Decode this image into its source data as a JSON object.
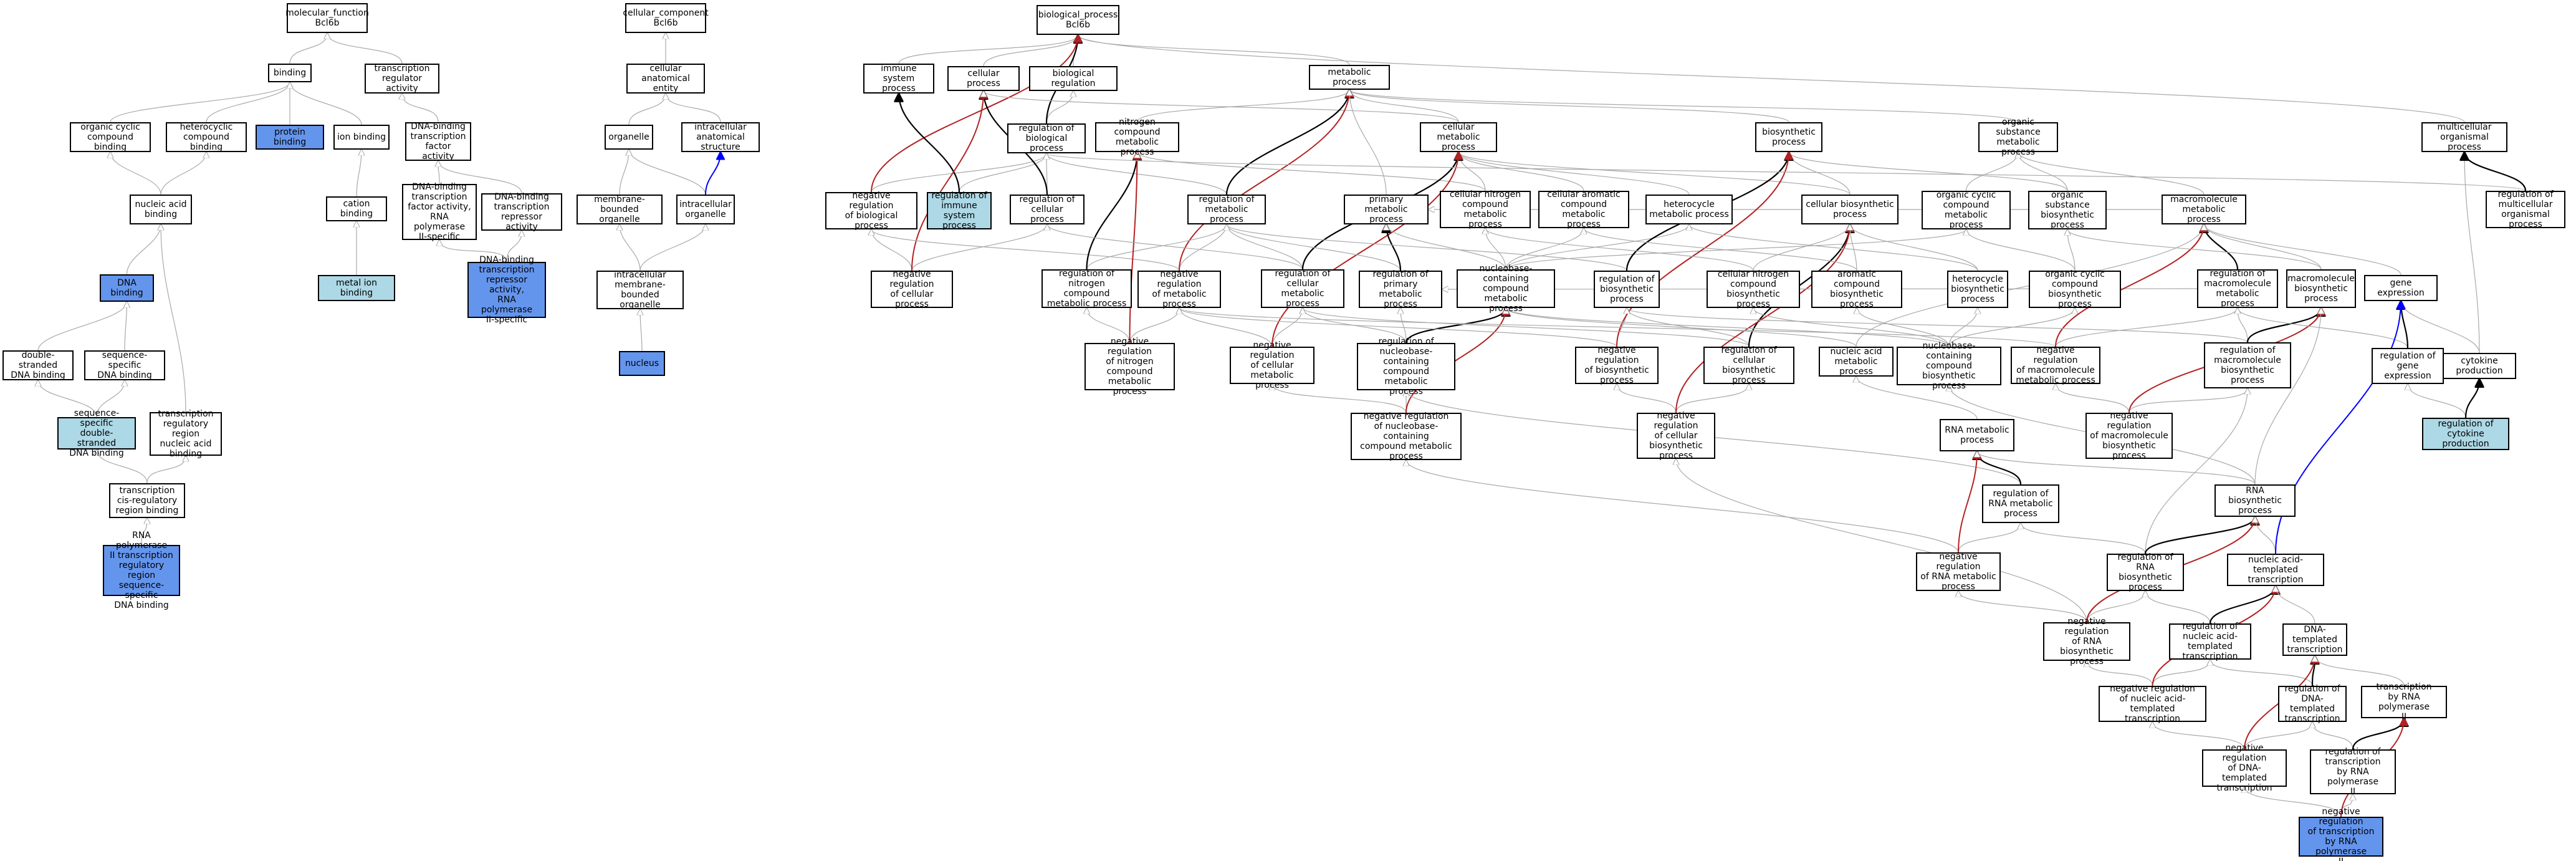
{
  "colors": {
    "is_a": "#a9a9a9",
    "part_of": "#000000",
    "negatively_regulates": "#b22222",
    "regulates": "#0000ff",
    "light_fill": "#add8e6",
    "blue_fill": "#6495ed"
  },
  "nodes": {
    "mf_root": {
      "label": "molecular_function\nBcl6b"
    },
    "binding": {
      "label": "binding"
    },
    "tra": {
      "label": "transcription\nregulator activity"
    },
    "organic_cyclic_binding": {
      "label": "organic cyclic\ncompound binding"
    },
    "heterocyclic_binding": {
      "label": "heterocyclic\ncompound binding"
    },
    "protein_binding": {
      "label": "protein binding",
      "fill": "blue"
    },
    "ion_binding": {
      "label": "ion binding"
    },
    "dbtfa": {
      "label": "DNA-binding\ntranscription\nfactor activity"
    },
    "nucleic_acid_binding": {
      "label": "nucleic acid\nbinding"
    },
    "cation_binding": {
      "label": "cation binding"
    },
    "dbtfa_pol2": {
      "label": "DNA-binding\ntranscription\nfactor activity,\nRNA polymerase\nII-specific"
    },
    "dbtra": {
      "label": "DNA-binding\ntranscription\nrepressor activity"
    },
    "dna_binding": {
      "label": "DNA binding",
      "fill": "blue"
    },
    "metal_ion_binding": {
      "label": "metal ion binding",
      "fill": "light"
    },
    "dbtra_pol2": {
      "label": "DNA-binding\ntranscription\nrepressor activity,\nRNA polymerase\nII-specific",
      "fill": "blue"
    },
    "ds_dna_binding": {
      "label": "double-stranded\nDNA binding"
    },
    "ss_dna_binding": {
      "label": "sequence-specific\nDNA binding"
    },
    "trr_binding": {
      "label": "transcription\nregulatory region\nnucleic acid\nbinding"
    },
    "ssds_dna_binding": {
      "label": "sequence-specific\ndouble-stranded\nDNA binding",
      "fill": "light"
    },
    "cis_binding": {
      "label": "transcription\ncis-regulatory\nregion binding"
    },
    "pol2_trr_binding": {
      "label": "RNA polymerase\nII transcription\nregulatory region\nsequence-specific\nDNA binding",
      "fill": "blue"
    },
    "cc_root": {
      "label": "cellular_component\nBcl6b"
    },
    "cae": {
      "label": "cellular anatomical\nentity"
    },
    "organelle": {
      "label": "organelle"
    },
    "ias": {
      "label": "intracellular\nanatomical structure"
    },
    "mbo": {
      "label": "membrane-bounded\norganelle"
    },
    "io": {
      "label": "intracellular\norganelle"
    },
    "imbo": {
      "label": "intracellular\nmembrane-bounded\norganelle"
    },
    "nucleus": {
      "label": "nucleus",
      "fill": "blue"
    },
    "bp_root": {
      "label": "biological_process\nBcl6b"
    },
    "isp": {
      "label": "immune system\nprocess"
    },
    "cp": {
      "label": "cellular process"
    },
    "breg": {
      "label": "biological regulation"
    },
    "mp": {
      "label": "metabolic process"
    },
    "rbp": {
      "label": "regulation of\nbiological process"
    },
    "ncmp": {
      "label": "nitrogen compound\nmetabolic process"
    },
    "cmp": {
      "label": "cellular metabolic\nprocess"
    },
    "bsp": {
      "label": "biosynthetic\nprocess"
    },
    "osmp": {
      "label": "organic substance\nmetabolic process"
    },
    "mop": {
      "label": "multicellular\norganismal process"
    },
    "nrbp": {
      "label": "negative regulation\nof biological\nprocess"
    },
    "risp": {
      "label": "regulation of\nimmune system\nprocess",
      "fill": "light"
    },
    "rcp": {
      "label": "regulation of\ncellular process"
    },
    "rmp": {
      "label": "regulation of\nmetabolic process"
    },
    "pmp": {
      "label": "primary metabolic\nprocess"
    },
    "cncmp": {
      "label": "cellular nitrogen\ncompound metabolic\nprocess"
    },
    "caromp": {
      "label": "cellular aromatic\ncompound metabolic\nprocess"
    },
    "hmp": {
      "label": "heterocycle\nmetabolic process"
    },
    "cbp": {
      "label": "cellular biosynthetic\nprocess"
    },
    "occmp": {
      "label": "organic cyclic\ncompound metabolic\nprocess"
    },
    "osbp": {
      "label": "organic substance\nbiosynthetic\nprocess"
    },
    "macmp": {
      "label": "macromolecule\nmetabolic process"
    },
    "rmop": {
      "label": "regulation of\nmulticellular\norganismal process"
    },
    "nrcp": {
      "label": "negative regulation\nof cellular\nprocess"
    },
    "rncmp": {
      "label": "regulation of\nnitrogen compound\nmetabolic process"
    },
    "nrmp": {
      "label": "negative regulation\nof metabolic\nprocess"
    },
    "rcmp": {
      "label": "regulation of\ncellular metabolic\nprocess"
    },
    "rpmp": {
      "label": "regulation of\nprimary metabolic\nprocess"
    },
    "nbcmp": {
      "label": "nucleobase-containing\ncompound metabolic\nprocess"
    },
    "rbsp": {
      "label": "regulation of\nbiosynthetic\nprocess"
    },
    "cncbp": {
      "label": "cellular nitrogen\ncompound biosynthetic\nprocess"
    },
    "acbp": {
      "label": "aromatic compound\nbiosynthetic\nprocess"
    },
    "hbp": {
      "label": "heterocycle\nbiosynthetic\nprocess"
    },
    "occbp": {
      "label": "organic cyclic\ncompound biosynthetic\nprocess"
    },
    "rmacmp": {
      "label": "regulation of\nmacromolecule\nmetabolic process"
    },
    "macbp": {
      "label": "macromolecule\nbiosynthetic\nprocess"
    },
    "ge": {
      "label": "gene expression"
    },
    "nrncmp": {
      "label": "negative regulation\nof nitrogen\ncompound metabolic\nprocess"
    },
    "nrcmp": {
      "label": "negative regulation\nof cellular\nmetabolic process"
    },
    "rnbcmp": {
      "label": "regulation of\nnucleobase-containing\ncompound metabolic\nprocess"
    },
    "nrbsp": {
      "label": "negative regulation\nof biosynthetic\nprocess"
    },
    "rcbp": {
      "label": "regulation of\ncellular biosynthetic\nprocess"
    },
    "nambp": {
      "label": "nucleic acid\nmetabolic process"
    },
    "nbcbp": {
      "label": "nucleobase-containing\ncompound biosynthetic\nprocess"
    },
    "nrmacmp": {
      "label": "negative regulation\nof macromolecule\nmetabolic process"
    },
    "rmacbp": {
      "label": "regulation of\nmacromolecule\nbiosynthetic\nprocess"
    },
    "rge": {
      "label": "regulation of\ngene expression"
    },
    "cyp": {
      "label": "cytokine production"
    },
    "nrnbcmp": {
      "label": "negative regulation\nof nucleobase-containing\ncompound metabolic\nprocess"
    },
    "nrcbp": {
      "label": "negative regulation\nof cellular\nbiosynthetic\nprocess"
    },
    "rnamp": {
      "label": "RNA metabolic\nprocess"
    },
    "nrmacbp": {
      "label": "negative regulation\nof macromolecule\nbiosynthetic\nprocess"
    },
    "rcyp": {
      "label": "regulation of\ncytokine production",
      "fill": "light"
    },
    "rrnamp": {
      "label": "regulation of\nRNA metabolic\nprocess"
    },
    "rnabp": {
      "label": "RNA biosynthetic\nprocess"
    },
    "nrrnamp": {
      "label": "negative regulation\nof RNA metabolic\nprocess"
    },
    "rrnabp": {
      "label": "regulation of\nRNA biosynthetic\nprocess"
    },
    "natt": {
      "label": "nucleic acid-templated\ntranscription"
    },
    "nrrnabp": {
      "label": "negative regulation\nof RNA biosynthetic\nprocess"
    },
    "rnatt": {
      "label": "regulation of\nnucleic acid-templated\ntranscription"
    },
    "dtt": {
      "label": "DNA-templated\ntranscription"
    },
    "nrnatt": {
      "label": "negative regulation\nof nucleic acid-templated\ntranscription"
    },
    "rdtt": {
      "label": "regulation of\nDNA-templated\ntranscription"
    },
    "tpol2": {
      "label": "transcription\nby RNA polymerase\nII"
    },
    "nrdtt": {
      "label": "negative regulation\nof DNA-templated\ntranscription"
    },
    "rtpol2": {
      "label": "regulation of\ntranscription\nby RNA polymerase\nII"
    },
    "nrtpol2": {
      "label": "negative regulation\nof transcription\nby RNA polymerase\nII",
      "fill": "blue"
    }
  },
  "edges": [
    [
      "binding",
      "mf_root",
      "is_a"
    ],
    [
      "tra",
      "mf_root",
      "is_a"
    ],
    [
      "organic_cyclic_binding",
      "binding",
      "is_a"
    ],
    [
      "heterocyclic_binding",
      "binding",
      "is_a"
    ],
    [
      "protein_binding",
      "binding",
      "is_a"
    ],
    [
      "ion_binding",
      "binding",
      "is_a"
    ],
    [
      "dbtfa",
      "tra",
      "is_a"
    ],
    [
      "nucleic_acid_binding",
      "organic_cyclic_binding",
      "is_a"
    ],
    [
      "nucleic_acid_binding",
      "heterocyclic_binding",
      "is_a"
    ],
    [
      "cation_binding",
      "ion_binding",
      "is_a"
    ],
    [
      "dbtfa_pol2",
      "dbtfa",
      "is_a"
    ],
    [
      "dbtra",
      "dbtfa",
      "is_a"
    ],
    [
      "dbtra_pol2",
      "dbtfa_pol2",
      "is_a"
    ],
    [
      "dbtra_pol2",
      "dbtra",
      "is_a"
    ],
    [
      "dna_binding",
      "nucleic_acid_binding",
      "is_a"
    ],
    [
      "metal_ion_binding",
      "cation_binding",
      "is_a"
    ],
    [
      "ds_dna_binding",
      "dna_binding",
      "is_a"
    ],
    [
      "ss_dna_binding",
      "dna_binding",
      "is_a"
    ],
    [
      "trr_binding",
      "nucleic_acid_binding",
      "is_a"
    ],
    [
      "ssds_dna_binding",
      "ds_dna_binding",
      "is_a"
    ],
    [
      "ssds_dna_binding",
      "ss_dna_binding",
      "is_a"
    ],
    [
      "cis_binding",
      "ssds_dna_binding",
      "is_a"
    ],
    [
      "cis_binding",
      "trr_binding",
      "is_a"
    ],
    [
      "pol2_trr_binding",
      "cis_binding",
      "is_a"
    ],
    [
      "cae",
      "cc_root",
      "is_a"
    ],
    [
      "organelle",
      "cae",
      "is_a"
    ],
    [
      "ias",
      "cae",
      "is_a"
    ],
    [
      "mbo",
      "organelle",
      "is_a"
    ],
    [
      "io",
      "organelle",
      "is_a"
    ],
    [
      "io",
      "ias",
      "regulates"
    ],
    [
      "imbo",
      "mbo",
      "is_a"
    ],
    [
      "imbo",
      "io",
      "is_a"
    ],
    [
      "nucleus",
      "imbo",
      "is_a"
    ],
    [
      "cp",
      "bp_root",
      "is_a"
    ],
    [
      "breg",
      "bp_root",
      "is_a"
    ],
    [
      "mp",
      "bp_root",
      "is_a"
    ],
    [
      "mop",
      "bp_root",
      "is_a"
    ],
    [
      "isp",
      "bp_root",
      "is_a"
    ],
    [
      "rbp",
      "breg",
      "is_a"
    ],
    [
      "rbp",
      "bp_root",
      "part_of"
    ],
    [
      "nrbp",
      "rbp",
      "is_a"
    ],
    [
      "nrbp",
      "bp_root",
      "negatively_regulates"
    ],
    [
      "risp",
      "rbp",
      "is_a"
    ],
    [
      "risp",
      "isp",
      "part_of"
    ],
    [
      "rcp",
      "rbp",
      "is_a"
    ],
    [
      "rcp",
      "cp",
      "part_of"
    ],
    [
      "nrcp",
      "nrbp",
      "is_a"
    ],
    [
      "nrcp",
      "rcp",
      "is_a"
    ],
    [
      "nrcp",
      "cp",
      "negatively_regulates"
    ],
    [
      "ncmp",
      "mp",
      "is_a"
    ],
    [
      "cmp",
      "mp",
      "is_a"
    ],
    [
      "cmp",
      "cp",
      "is_a"
    ],
    [
      "bsp",
      "mp",
      "is_a"
    ],
    [
      "osmp",
      "mp",
      "is_a"
    ],
    [
      "rmp",
      "rbp",
      "is_a"
    ],
    [
      "rmp",
      "mp",
      "part_of"
    ],
    [
      "nrmp",
      "rmp",
      "is_a"
    ],
    [
      "nrmp",
      "nrbp",
      "is_a"
    ],
    [
      "nrmp",
      "mp",
      "negatively_regulates"
    ],
    [
      "rncmp",
      "rmp",
      "is_a"
    ],
    [
      "rncmp",
      "ncmp",
      "part_of"
    ],
    [
      "nrncmp",
      "rncmp",
      "is_a"
    ],
    [
      "nrncmp",
      "nrmp",
      "is_a"
    ],
    [
      "nrncmp",
      "ncmp",
      "negatively_regulates"
    ],
    [
      "pmp",
      "mp",
      "is_a"
    ],
    [
      "cncmp",
      "cmp",
      "is_a"
    ],
    [
      "cncmp",
      "ncmp",
      "is_a"
    ],
    [
      "caromp",
      "cmp",
      "is_a"
    ],
    [
      "hmp",
      "cmp",
      "is_a"
    ],
    [
      "occmp",
      "osmp",
      "is_a"
    ],
    [
      "cbp",
      "bsp",
      "is_a"
    ],
    [
      "cbp",
      "cmp",
      "is_a"
    ],
    [
      "osbp",
      "bsp",
      "is_a"
    ],
    [
      "osbp",
      "osmp",
      "is_a"
    ],
    [
      "macmp",
      "osmp",
      "is_a"
    ],
    [
      "macmp",
      "pmp",
      "is_a"
    ],
    [
      "rcmp",
      "rmp",
      "is_a"
    ],
    [
      "rcmp",
      "rcp",
      "is_a"
    ],
    [
      "rcmp",
      "cmp",
      "part_of"
    ],
    [
      "nrcmp",
      "rcmp",
      "is_a"
    ],
    [
      "nrcmp",
      "nrmp",
      "is_a"
    ],
    [
      "nrcmp",
      "cmp",
      "negatively_regulates"
    ],
    [
      "rpmp",
      "rmp",
      "is_a"
    ],
    [
      "rpmp",
      "pmp",
      "part_of"
    ],
    [
      "nbcmp",
      "cncmp",
      "is_a"
    ],
    [
      "nbcmp",
      "caromp",
      "is_a"
    ],
    [
      "nbcmp",
      "hmp",
      "is_a"
    ],
    [
      "nbcmp",
      "occmp",
      "is_a"
    ],
    [
      "nbcmp",
      "pmp",
      "is_a"
    ],
    [
      "rnbcmp",
      "rpmp",
      "is_a"
    ],
    [
      "rnbcmp",
      "rcmp",
      "is_a"
    ],
    [
      "rnbcmp",
      "nbcmp",
      "part_of"
    ],
    [
      "nrnbcmp",
      "rnbcmp",
      "is_a"
    ],
    [
      "nrnbcmp",
      "nrcmp",
      "is_a"
    ],
    [
      "nrnbcmp",
      "nbcmp",
      "negatively_regulates"
    ],
    [
      "rbsp",
      "rmp",
      "is_a"
    ],
    [
      "rbsp",
      "bsp",
      "part_of"
    ],
    [
      "nrbsp",
      "rbsp",
      "is_a"
    ],
    [
      "nrbsp",
      "nrmp",
      "is_a"
    ],
    [
      "nrbsp",
      "bsp",
      "negatively_regulates"
    ],
    [
      "rcbp",
      "rbsp",
      "is_a"
    ],
    [
      "rcbp",
      "rcmp",
      "is_a"
    ],
    [
      "rcbp",
      "cbp",
      "part_of"
    ],
    [
      "nrcbp",
      "rcbp",
      "is_a"
    ],
    [
      "nrcbp",
      "nrbsp",
      "is_a"
    ],
    [
      "nrcbp",
      "cbp",
      "negatively_regulates"
    ],
    [
      "cncbp",
      "cbp",
      "is_a"
    ],
    [
      "cncbp",
      "cncmp",
      "is_a"
    ],
    [
      "acbp",
      "cbp",
      "is_a"
    ],
    [
      "acbp",
      "caromp",
      "is_a"
    ],
    [
      "hbp",
      "cbp",
      "is_a"
    ],
    [
      "hbp",
      "hmp",
      "is_a"
    ],
    [
      "occbp",
      "osbp",
      "is_a"
    ],
    [
      "occbp",
      "occmp",
      "is_a"
    ],
    [
      "nambp",
      "nbcmp",
      "is_a"
    ],
    [
      "nambp",
      "macmp",
      "is_a"
    ],
    [
      "nbcbp",
      "cncbp",
      "is_a"
    ],
    [
      "nbcbp",
      "acbp",
      "is_a"
    ],
    [
      "nbcbp",
      "hbp",
      "is_a"
    ],
    [
      "nbcbp",
      "occbp",
      "is_a"
    ],
    [
      "nbcbp",
      "nbcmp",
      "is_a"
    ],
    [
      "rmacmp",
      "rpmp",
      "is_a"
    ],
    [
      "rmacmp",
      "macmp",
      "part_of"
    ],
    [
      "nrmacmp",
      "rmacmp",
      "is_a"
    ],
    [
      "nrmacmp",
      "nrmp",
      "is_a"
    ],
    [
      "nrmacmp",
      "macmp",
      "negatively_regulates"
    ],
    [
      "macbp",
      "macmp",
      "is_a"
    ],
    [
      "macbp",
      "osbp",
      "is_a"
    ],
    [
      "rmacbp",
      "rmacmp",
      "is_a"
    ],
    [
      "rmacbp",
      "rbsp",
      "is_a"
    ],
    [
      "rmacbp",
      "macbp",
      "part_of"
    ],
    [
      "nrmacbp",
      "rmacbp",
      "is_a"
    ],
    [
      "nrmacbp",
      "nrmacmp",
      "is_a"
    ],
    [
      "nrmacbp",
      "macbp",
      "negatively_regulates"
    ],
    [
      "ge",
      "macmp",
      "is_a"
    ],
    [
      "rge",
      "rmacmp",
      "is_a"
    ],
    [
      "rge",
      "ge",
      "part_of"
    ],
    [
      "cyp",
      "ge",
      "is_a"
    ],
    [
      "cyp",
      "mop",
      "is_a"
    ],
    [
      "rcyp",
      "rge",
      "is_a"
    ],
    [
      "rcyp",
      "cyp",
      "part_of"
    ],
    [
      "rmop",
      "rbp",
      "is_a"
    ],
    [
      "rmop",
      "mop",
      "part_of"
    ],
    [
      "rnamp",
      "nambp",
      "is_a"
    ],
    [
      "rrnamp",
      "rnbcmp",
      "is_a"
    ],
    [
      "rrnamp",
      "rnamp",
      "part_of"
    ],
    [
      "nrrnamp",
      "rrnamp",
      "is_a"
    ],
    [
      "nrrnamp",
      "nrnbcmp",
      "is_a"
    ],
    [
      "nrrnamp",
      "rnamp",
      "negatively_regulates"
    ],
    [
      "rnabp",
      "rnamp",
      "is_a"
    ],
    [
      "rnabp",
      "nbcbp",
      "is_a"
    ],
    [
      "rnabp",
      "macbp",
      "is_a"
    ],
    [
      "rrnabp",
      "rrnamp",
      "is_a"
    ],
    [
      "rrnabp",
      "rmacbp",
      "is_a"
    ],
    [
      "rrnabp",
      "rnabp",
      "part_of"
    ],
    [
      "nrrnabp",
      "rrnabp",
      "is_a"
    ],
    [
      "nrrnabp",
      "nrrnamp",
      "is_a"
    ],
    [
      "nrrnabp",
      "nrcbp",
      "is_a"
    ],
    [
      "nrrnabp",
      "rnabp",
      "negatively_regulates"
    ],
    [
      "natt",
      "rnabp",
      "is_a"
    ],
    [
      "natt",
      "ge",
      "regulates"
    ],
    [
      "rnatt",
      "rrnabp",
      "is_a"
    ],
    [
      "rnatt",
      "natt",
      "part_of"
    ],
    [
      "nrnatt",
      "rnatt",
      "is_a"
    ],
    [
      "nrnatt",
      "nrrnabp",
      "is_a"
    ],
    [
      "nrnatt",
      "natt",
      "negatively_regulates"
    ],
    [
      "dtt",
      "natt",
      "is_a"
    ],
    [
      "rdtt",
      "rnatt",
      "is_a"
    ],
    [
      "rdtt",
      "dtt",
      "part_of"
    ],
    [
      "nrdtt",
      "rdtt",
      "is_a"
    ],
    [
      "nrdtt",
      "nrnatt",
      "is_a"
    ],
    [
      "nrdtt",
      "dtt",
      "negatively_regulates"
    ],
    [
      "tpol2",
      "dtt",
      "is_a"
    ],
    [
      "rtpol2",
      "rdtt",
      "is_a"
    ],
    [
      "rtpol2",
      "tpol2",
      "part_of"
    ],
    [
      "nrtpol2",
      "rtpol2",
      "is_a"
    ],
    [
      "nrtpol2",
      "nrdtt",
      "is_a"
    ],
    [
      "nrtpol2",
      "tpol2",
      "negatively_regulates"
    ]
  ]
}
